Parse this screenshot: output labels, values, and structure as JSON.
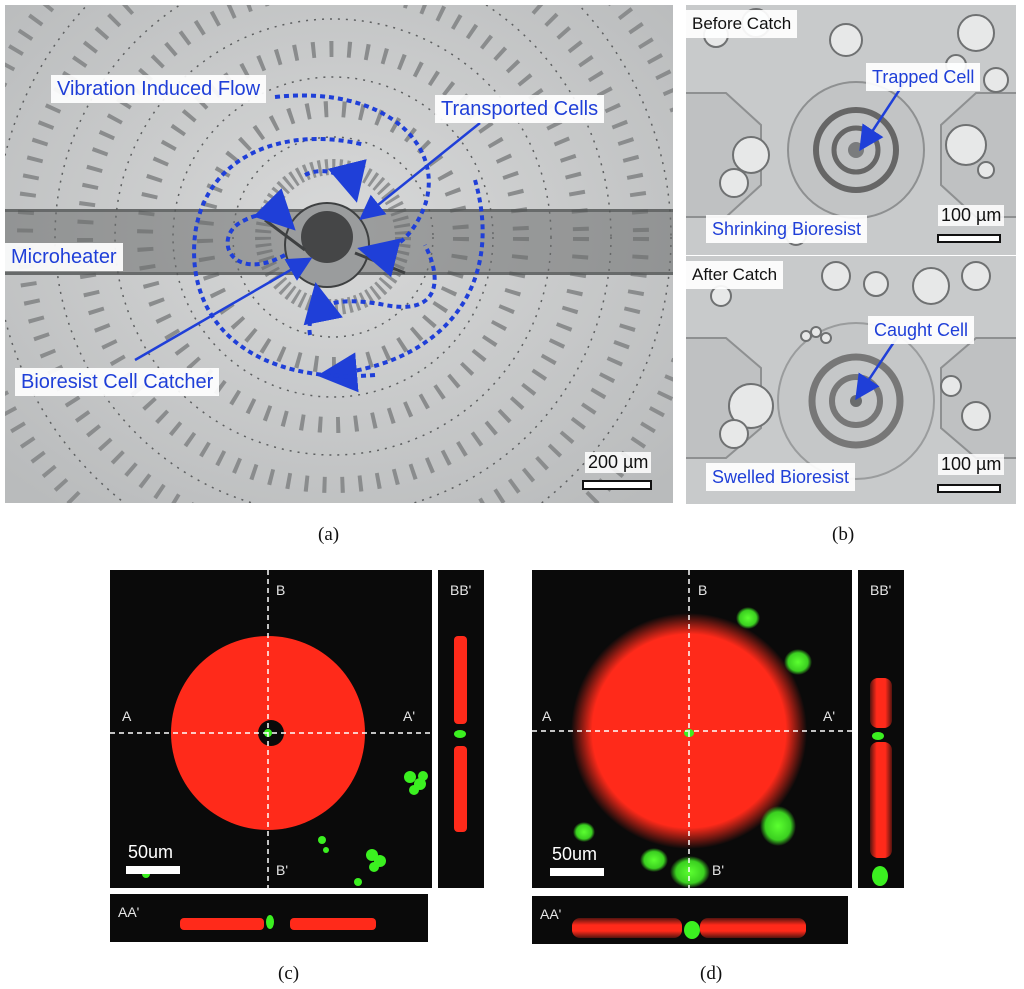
{
  "panel_a": {
    "caption": "(a)",
    "labels": {
      "vibration": "Vibration Induced Flow",
      "transported": "Transported Cells",
      "microheater": "Microheater",
      "catcher": "Bioresist Cell Catcher"
    },
    "scale_bar": "200 µm"
  },
  "panel_b": {
    "caption": "(b)",
    "before": {
      "title": "Before Catch",
      "arrow_label": "Trapped Cell",
      "state_label": "Shrinking Bioresist",
      "scale_bar": "100 µm"
    },
    "after": {
      "title": "After Catch",
      "arrow_label": "Caught Cell",
      "state_label": "Swelled Bioresist",
      "scale_bar": "100 µm"
    }
  },
  "panel_c": {
    "caption": "(c)",
    "marks": {
      "a": "A",
      "a_prime": "A'",
      "b": "B",
      "b_prime": "B'"
    },
    "side_label": "BB'",
    "bottom_label": "AA'",
    "scale_bar": "50um"
  },
  "panel_d": {
    "caption": "(d)",
    "marks": {
      "a": "A",
      "a_prime": "A'",
      "b": "B",
      "b_prime": "B'"
    },
    "side_label": "BB'",
    "bottom_label": "AA'",
    "scale_bar": "50um"
  },
  "colors": {
    "annotation_blue": "#1f3fd8",
    "resist_red": "#ff2a1a",
    "cell_green": "#3bf020",
    "fluor_background": "#0a0a0a"
  }
}
